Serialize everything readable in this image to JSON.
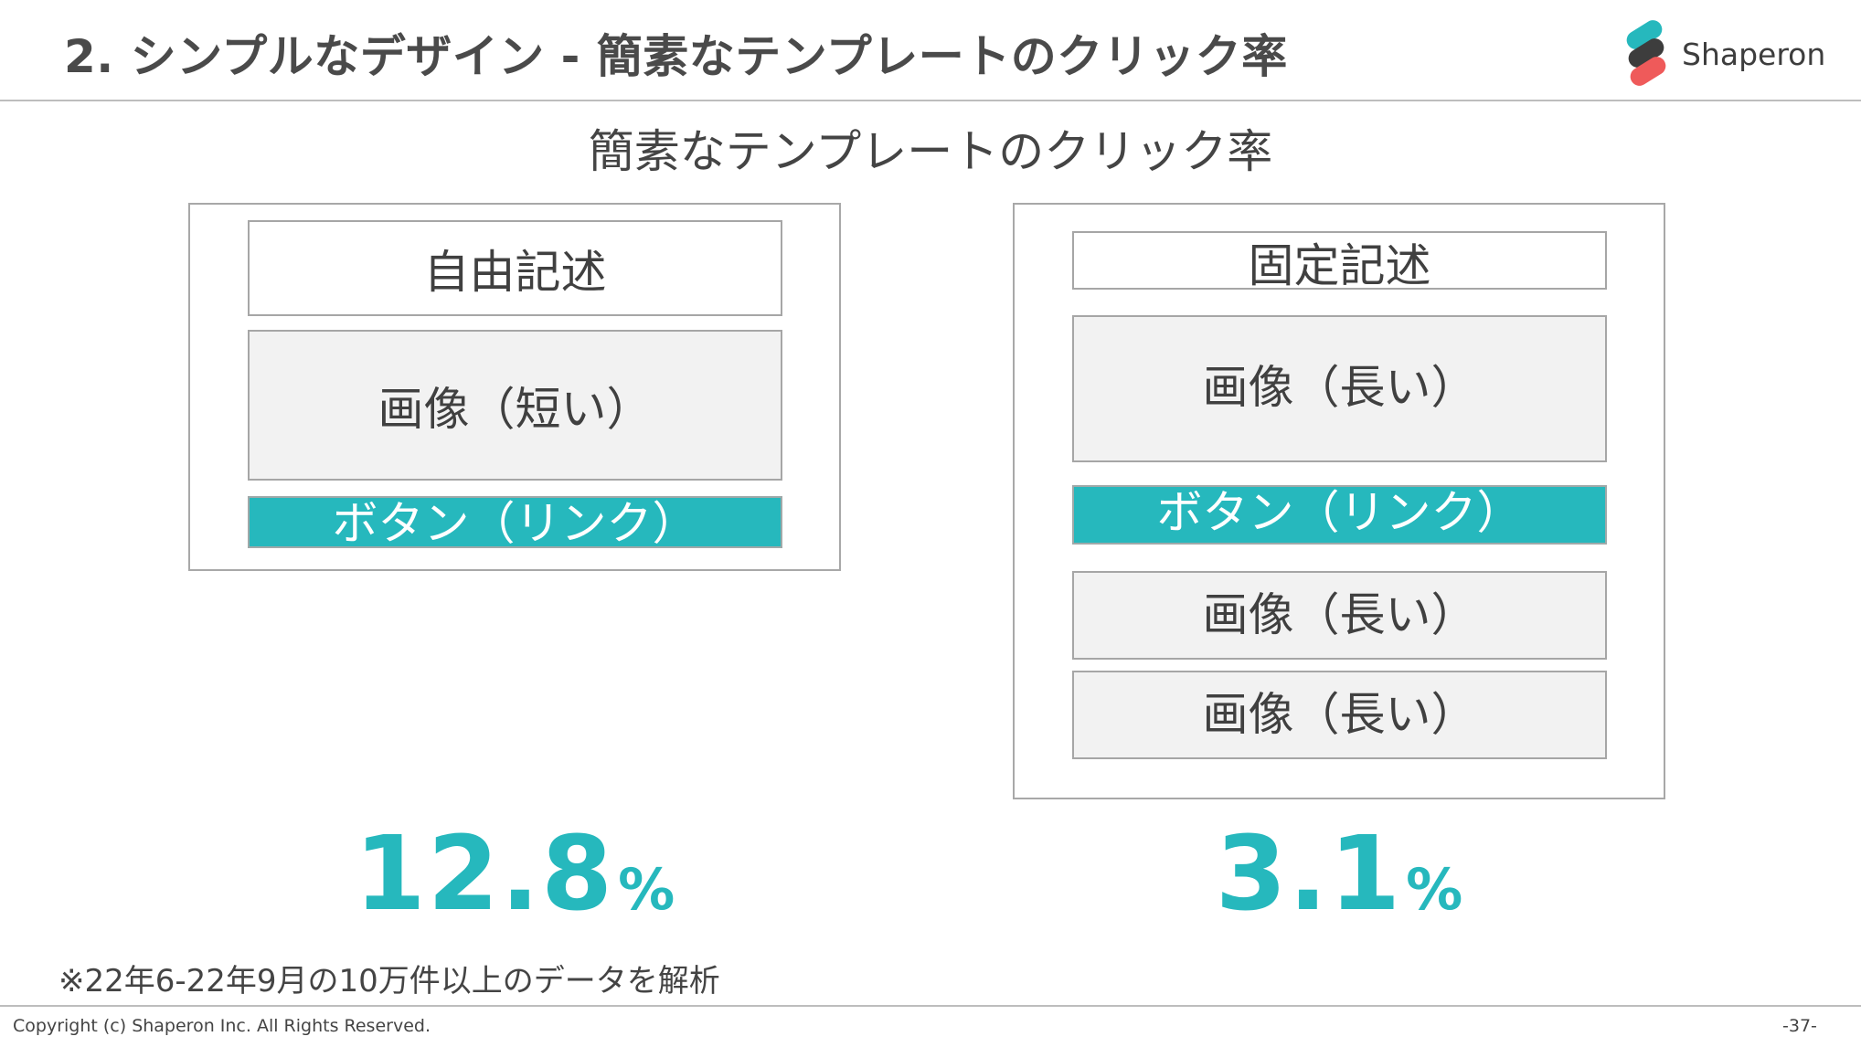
{
  "header": {
    "title": "2. シンプルなデザイン - 簡素なテンプレートのクリック率",
    "logo_text": "Shaperon"
  },
  "subtitle": "簡素なテンプレートのクリック率",
  "left_panel": {
    "header_label": "自由記述",
    "image_label": "画像（短い）",
    "button_label": "ボタン（リンク）",
    "rate_value": "12.8",
    "rate_unit": "%"
  },
  "right_panel": {
    "header_label": "固定記述",
    "image_label_1": "画像（長い）",
    "button_label": "ボタン（リンク）",
    "image_label_2": "画像（長い）",
    "image_label_3": "画像（長い）",
    "rate_value": "3.1",
    "rate_unit": "%"
  },
  "note": "※22年6-22年9月の10万件以上のデータを解析",
  "footer": {
    "copyright": "Copyright (c) Shaperon Inc.  All Rights Reserved.",
    "page": "-37-"
  },
  "colors": {
    "accent": "#26b8bd",
    "logo_coral": "#ef5a5a",
    "box_fill": "#f2f2f2"
  }
}
